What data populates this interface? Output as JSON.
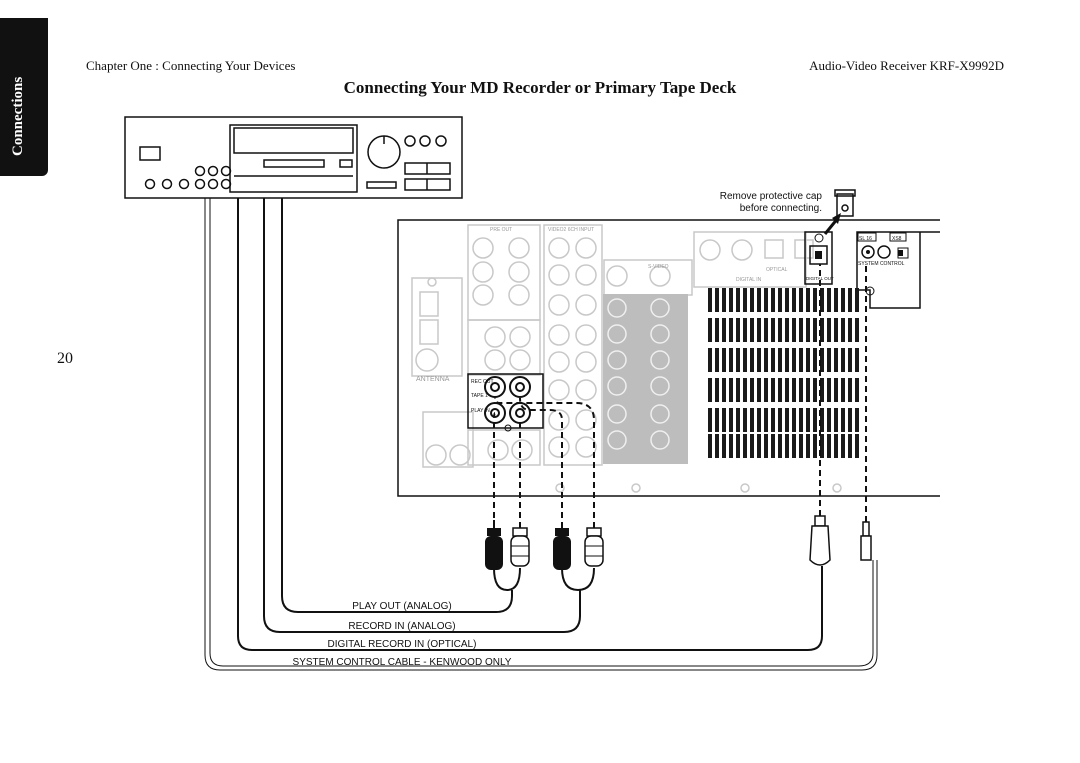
{
  "side_tab": {
    "label": "Connections"
  },
  "header": {
    "chapter": "Chapter One : Connecting Your Devices",
    "product": "Audio-Video Receiver KRF-X9992D"
  },
  "title": "Connecting Your MD Recorder or Primary Tape Deck",
  "page_number": "20",
  "diagram": {
    "callout": {
      "line1": "Remove protective cap",
      "line2": "before connecting."
    },
    "cables": [
      "PLAY OUT (ANALOG)",
      "RECORD IN (ANALOG)",
      "DIGITAL RECORD IN (OPTICAL)",
      "SYSTEM CONTROL CABLE - KENWOOD ONLY"
    ],
    "panel_labels": {
      "tape_rec": "REC OUT",
      "tape_name": "TAPE 1",
      "tape_play": "PLAY IN",
      "antenna": "ANTENNA",
      "preout": "PRE OUT",
      "input_6ch": "VIDEO2 6CH INPUT",
      "digital_in": "DIGITAL IN",
      "digital_out": "DIGITAL OUT",
      "optical": "OPTICAL",
      "system_control": "SYSTEM CONTROL",
      "sl16": "SL 16",
      "xs8": "XS8",
      "svideo": "S-VIDEO"
    }
  }
}
